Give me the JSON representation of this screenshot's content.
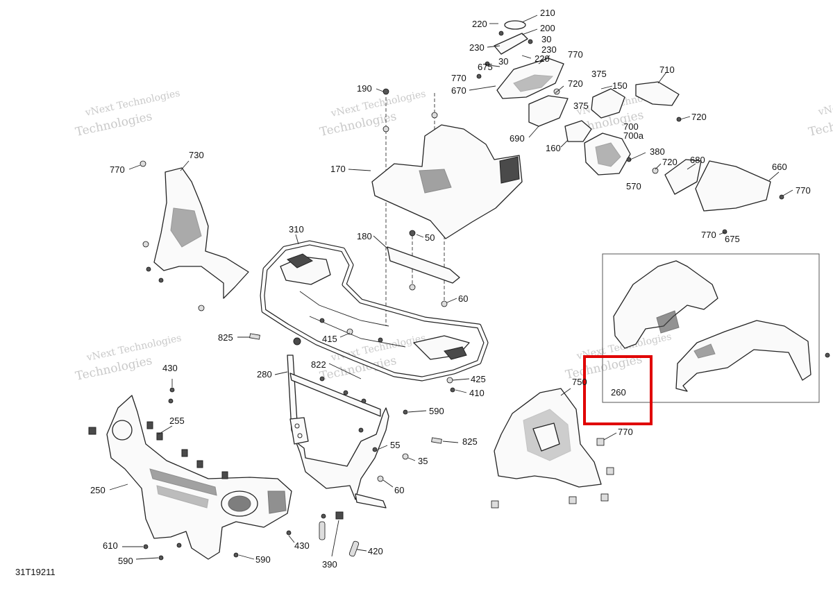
{
  "diagram": {
    "figure_code": "31T19211",
    "watermark_lines": [
      "vNext Technologies",
      "Technologies"
    ],
    "highlight_color": "#e00000",
    "callouts": [
      {
        "id": "c210",
        "text": "210"
      },
      {
        "id": "c220a",
        "text": "220"
      },
      {
        "id": "c200",
        "text": "200"
      },
      {
        "id": "c30a",
        "text": "30"
      },
      {
        "id": "c230a",
        "text": "230"
      },
      {
        "id": "c230b",
        "text": "230"
      },
      {
        "id": "c220b",
        "text": "220"
      },
      {
        "id": "c30b",
        "text": "30"
      },
      {
        "id": "c770a",
        "text": "770"
      },
      {
        "id": "c675a",
        "text": "675"
      },
      {
        "id": "c770b",
        "text": "770"
      },
      {
        "id": "c670",
        "text": "670"
      },
      {
        "id": "c375a",
        "text": "375"
      },
      {
        "id": "c710",
        "text": "710"
      },
      {
        "id": "c720a",
        "text": "720"
      },
      {
        "id": "c150",
        "text": "150"
      },
      {
        "id": "c375b",
        "text": "375"
      },
      {
        "id": "c720b",
        "text": "720"
      },
      {
        "id": "c700",
        "text": "700"
      },
      {
        "id": "c700a",
        "text": "700a"
      },
      {
        "id": "c690",
        "text": "690"
      },
      {
        "id": "c160",
        "text": "160"
      },
      {
        "id": "c380",
        "text": "380"
      },
      {
        "id": "c720c",
        "text": "720"
      },
      {
        "id": "c570",
        "text": "570"
      },
      {
        "id": "c680",
        "text": "680"
      },
      {
        "id": "c660",
        "text": "660"
      },
      {
        "id": "c770c",
        "text": "770"
      },
      {
        "id": "c770d",
        "text": "770"
      },
      {
        "id": "c675b",
        "text": "675"
      },
      {
        "id": "c190",
        "text": "190"
      },
      {
        "id": "c170",
        "text": "170"
      },
      {
        "id": "c180",
        "text": "180"
      },
      {
        "id": "c50",
        "text": "50"
      },
      {
        "id": "c60a",
        "text": "60"
      },
      {
        "id": "c730",
        "text": "730"
      },
      {
        "id": "c770e",
        "text": "770"
      },
      {
        "id": "c310",
        "text": "310"
      },
      {
        "id": "c825a",
        "text": "825"
      },
      {
        "id": "c415",
        "text": "415"
      },
      {
        "id": "c822",
        "text": "822"
      },
      {
        "id": "c280",
        "text": "280"
      },
      {
        "id": "c425",
        "text": "425"
      },
      {
        "id": "c410",
        "text": "410"
      },
      {
        "id": "c590a",
        "text": "590"
      },
      {
        "id": "c430a",
        "text": "430"
      },
      {
        "id": "c255",
        "text": "255"
      },
      {
        "id": "c55",
        "text": "55"
      },
      {
        "id": "c825b",
        "text": "825"
      },
      {
        "id": "c35",
        "text": "35"
      },
      {
        "id": "c60b",
        "text": "60"
      },
      {
        "id": "c250",
        "text": "250"
      },
      {
        "id": "c610",
        "text": "610"
      },
      {
        "id": "c590b",
        "text": "590"
      },
      {
        "id": "c590c",
        "text": "590"
      },
      {
        "id": "c430b",
        "text": "430"
      },
      {
        "id": "c390",
        "text": "390"
      },
      {
        "id": "c420",
        "text": "420"
      },
      {
        "id": "c750",
        "text": "750"
      },
      {
        "id": "c770f",
        "text": "770"
      },
      {
        "id": "c260",
        "text": "260"
      }
    ]
  }
}
